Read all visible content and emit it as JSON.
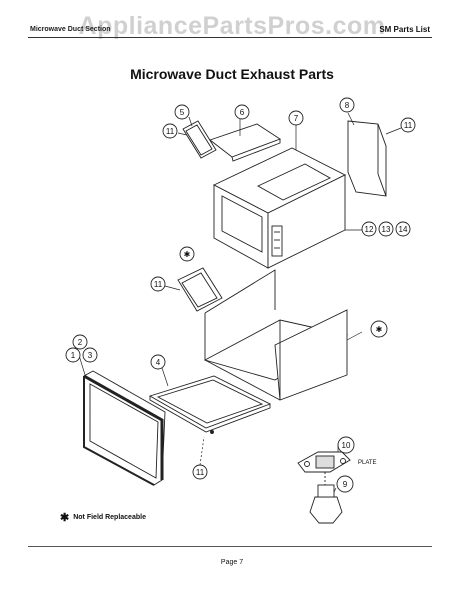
{
  "header": {
    "left_text": "Microwave Duct Section",
    "right_text": "SM Parts List",
    "watermark": "AppliancePartsPros.com"
  },
  "title": "Microwave Duct Exhaust Parts",
  "callouts": {
    "c1": "1",
    "c2": "2",
    "c3": "3",
    "c4": "4",
    "c5": "5",
    "c6": "6",
    "c7": "7",
    "c8": "8",
    "c9": "9",
    "c10": "10",
    "c11a": "11",
    "c11b": "11",
    "c11c": "11",
    "c11d": "11",
    "c12": "12",
    "c13": "13",
    "c14": "14",
    "star_a": "✱",
    "star_b": "✱"
  },
  "plate_label": "PLATE",
  "note": {
    "symbol": "✱",
    "text": "Not Field Replaceable"
  },
  "footer": {
    "page": "Page 7"
  }
}
